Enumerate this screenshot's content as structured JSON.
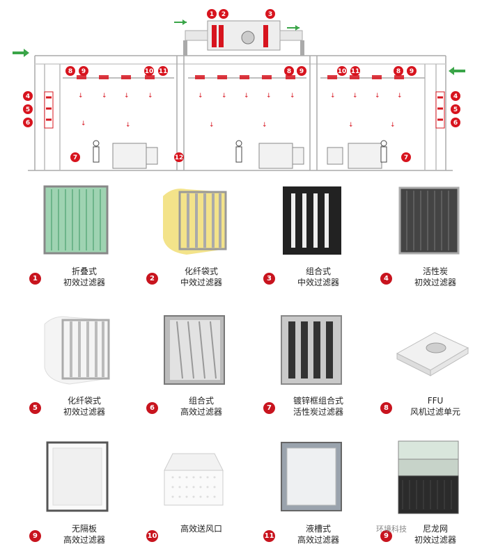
{
  "diagram": {
    "markers": {
      "top": [
        "1",
        "2",
        "3"
      ],
      "left_fans": [
        "8",
        "9",
        "10",
        "11"
      ],
      "center_fans": [
        "8",
        "9"
      ],
      "right_fans": [
        "10",
        "11",
        "8",
        "9"
      ],
      "left_side": [
        "4",
        "5",
        "6"
      ],
      "right_side": [
        "4",
        "5",
        "6"
      ],
      "left_floor": "7",
      "right_floor": "7",
      "center_floor": "12"
    },
    "accent_red": "#d7141e",
    "arrow_green": "#3aa548"
  },
  "products": [
    {
      "num": "1",
      "line1": "折叠式",
      "line2": "初效过滤器",
      "icon": "pleated-filter-icon"
    },
    {
      "num": "2",
      "line1": "化纤袋式",
      "line2": "中效过滤器",
      "icon": "bag-filter-yellow-icon"
    },
    {
      "num": "3",
      "line1": "组合式",
      "line2": "中效过滤器",
      "icon": "v-bank-filter-black-icon"
    },
    {
      "num": "4",
      "line1": "活性炭",
      "line2": "初效过滤器",
      "icon": "carbon-panel-filter-icon"
    },
    {
      "num": "5",
      "line1": "化纤袋式",
      "line2": "初效过滤器",
      "icon": "bag-filter-white-icon"
    },
    {
      "num": "6",
      "line1": "组合式",
      "line2": "高效过滤器",
      "icon": "v-bank-filter-steel-icon"
    },
    {
      "num": "7",
      "line1": "镀锌框组合式",
      "line2": "活性炭过滤器",
      "icon": "galvanized-carbon-filter-icon"
    },
    {
      "num": "8",
      "line1": "FFU",
      "line2": "风机过滤单元",
      "icon": "ffu-unit-icon"
    },
    {
      "num": "9",
      "line1": "无隔板",
      "line2": "高效过滤器",
      "icon": "hepa-separatorless-icon"
    },
    {
      "num": "10",
      "line1": "高效送风口",
      "line2": "",
      "icon": "hepa-air-outlet-icon"
    },
    {
      "num": "11",
      "line1": "液槽式",
      "line2": "高效过滤器",
      "icon": "gel-seal-hepa-icon"
    },
    {
      "num": "9",
      "line1": "尼龙网",
      "line2": "初效过滤器",
      "icon": "nylon-mesh-filter-icon"
    }
  ],
  "watermark": "环境科技"
}
